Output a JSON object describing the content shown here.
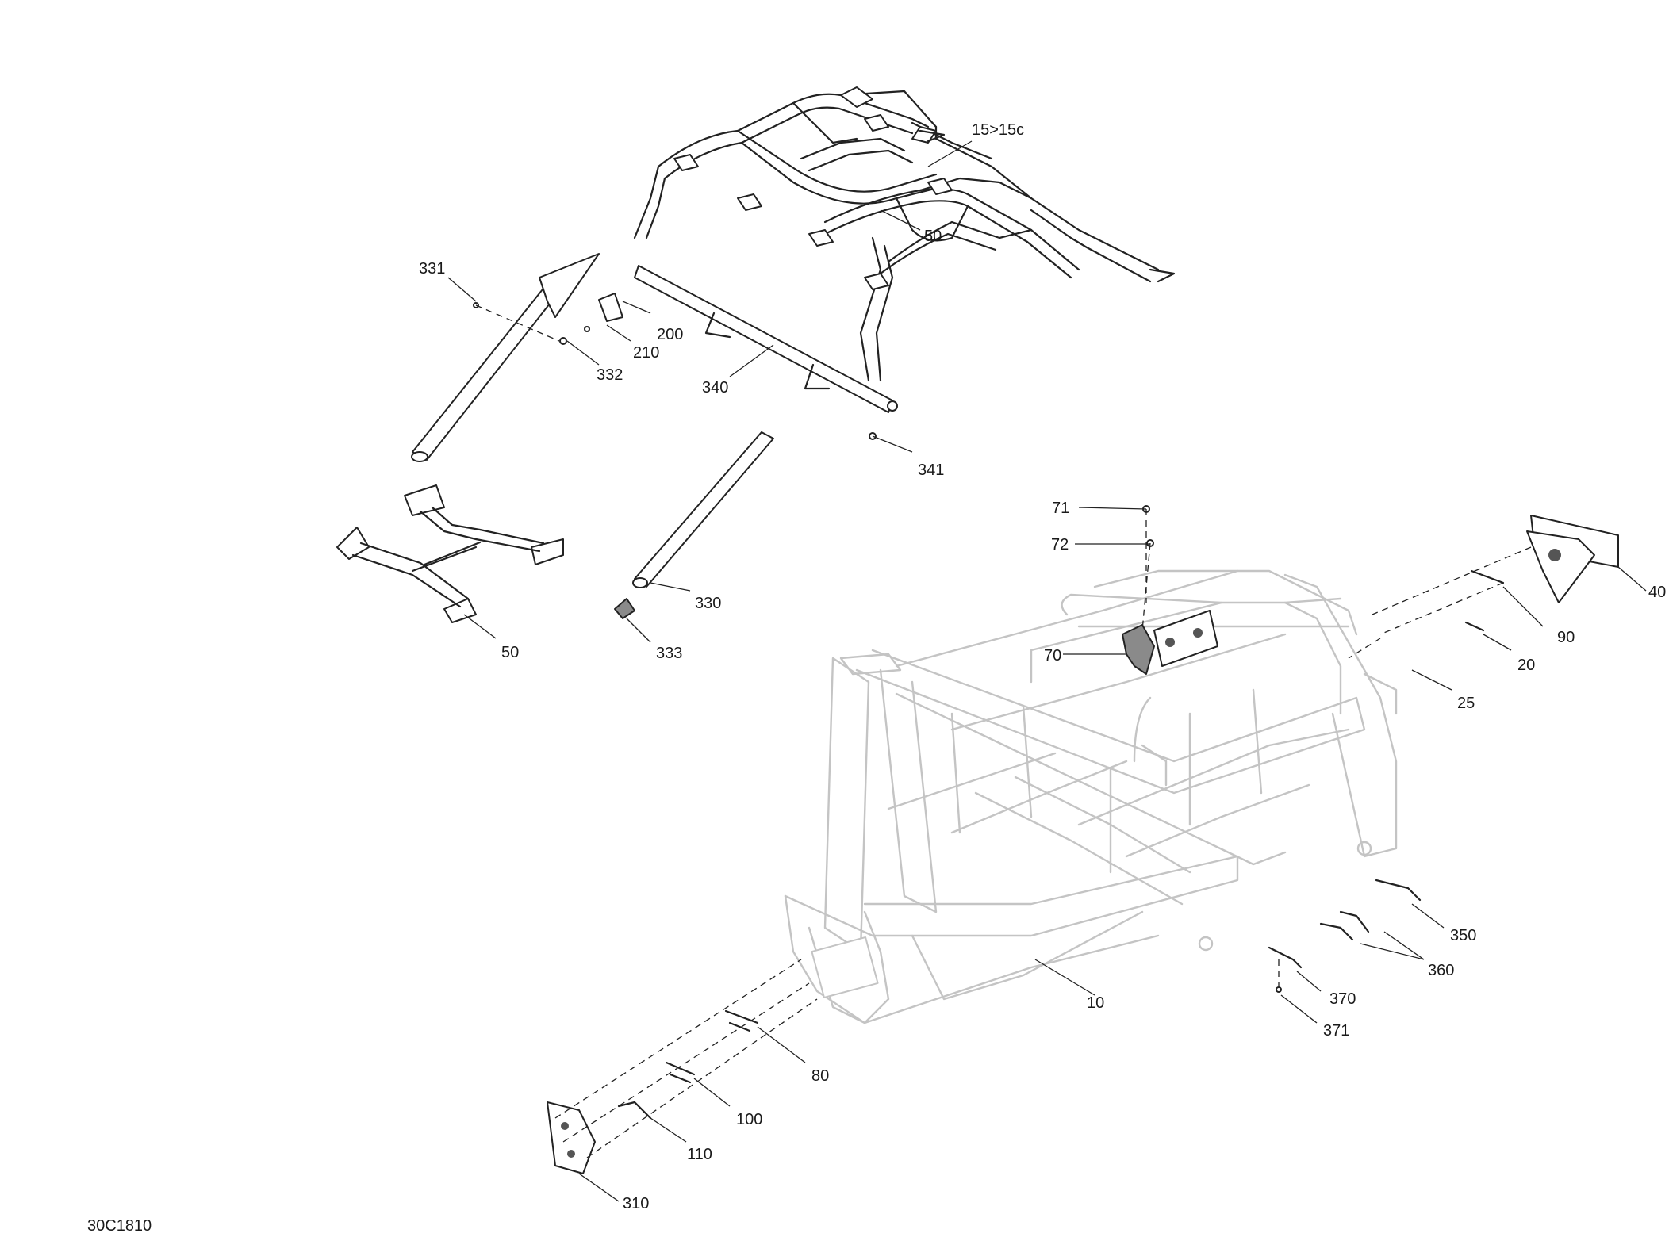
{
  "diagram_code": "30C1810",
  "callouts": [
    {
      "id": "15-15c",
      "text": "15>15c"
    },
    {
      "id": "50-top",
      "text": "50"
    },
    {
      "id": "331",
      "text": "331"
    },
    {
      "id": "200",
      "text": "200"
    },
    {
      "id": "210",
      "text": "210"
    },
    {
      "id": "332",
      "text": "332"
    },
    {
      "id": "340",
      "text": "340"
    },
    {
      "id": "341",
      "text": "341"
    },
    {
      "id": "330",
      "text": "330"
    },
    {
      "id": "50-left",
      "text": "50"
    },
    {
      "id": "333",
      "text": "333"
    },
    {
      "id": "71",
      "text": "71"
    },
    {
      "id": "72",
      "text": "72"
    },
    {
      "id": "70",
      "text": "70"
    },
    {
      "id": "40",
      "text": "40"
    },
    {
      "id": "90",
      "text": "90"
    },
    {
      "id": "20",
      "text": "20"
    },
    {
      "id": "25",
      "text": "25"
    },
    {
      "id": "350",
      "text": "350"
    },
    {
      "id": "360",
      "text": "360"
    },
    {
      "id": "370",
      "text": "370"
    },
    {
      "id": "371",
      "text": "371"
    },
    {
      "id": "10",
      "text": "10"
    },
    {
      "id": "80",
      "text": "80"
    },
    {
      "id": "100",
      "text": "100"
    },
    {
      "id": "110",
      "text": "110"
    },
    {
      "id": "310",
      "text": "310"
    }
  ]
}
